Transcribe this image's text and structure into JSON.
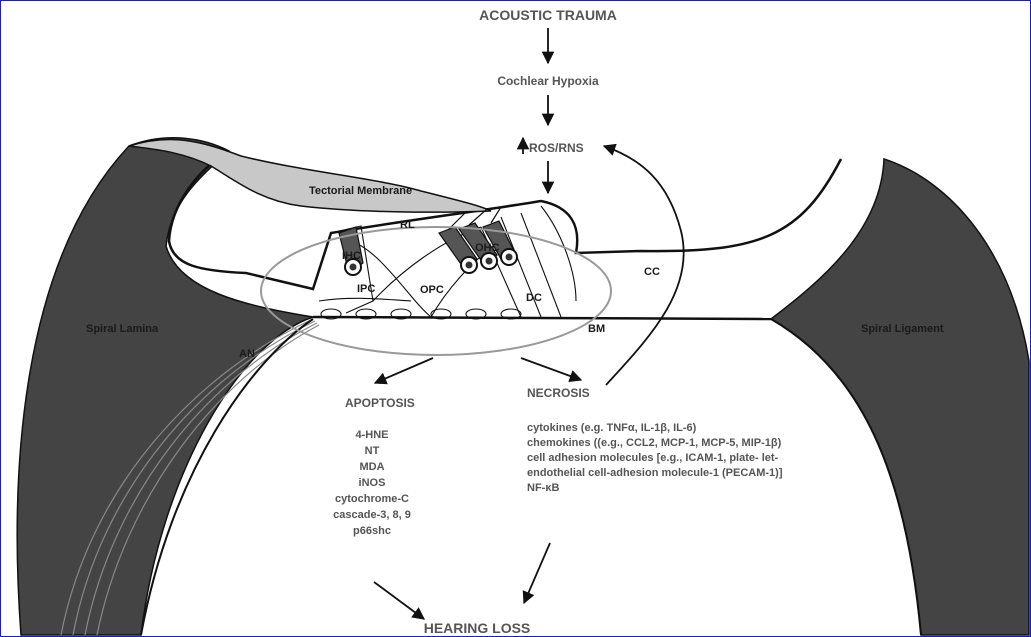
{
  "title": "ACOUSTIC TRAUMA",
  "flow": {
    "hypoxia": "Cochlear Hypoxia",
    "ros": "ROS/RNS",
    "apoptosis": "APOPTOSIS",
    "necrosis": "NECROSIS",
    "outcome": "HEARING LOSS"
  },
  "anatomy": {
    "tectorial": "Tectorial Membrane",
    "spiral_lamina": "Spiral Lamina",
    "spiral_ligament": "Spiral Ligament",
    "rl": "RL",
    "ihc": "IHC",
    "ohc": "OHC",
    "ipc": "IPC",
    "opc": "OPC",
    "dc": "DC",
    "cc": "CC",
    "bm": "BM",
    "an": "AN"
  },
  "apoptosis_markers": [
    "4-HNE",
    "NT",
    "MDA",
    "iNOS",
    "cytochrome-C",
    "cascade-3, 8, 9",
    "p66shc"
  ],
  "necrosis_markers": [
    "cytokines (e.g.  TNFα,  IL-1β, IL-6)",
    "chemokines ((e.g., CCL2, MCP-1, MCP-5, MIP-1β)",
    "cell adhesion molecules [e.g., ICAM-1, plate- let-",
    "endothelial cell-adhesion molecule-1 (PECAM-1)]",
    "NF-κB"
  ],
  "colors": {
    "frame": "#1b1bd0",
    "dark_tissue": "#444444",
    "tectorial": "#c8c8c8",
    "text": "#555555"
  }
}
